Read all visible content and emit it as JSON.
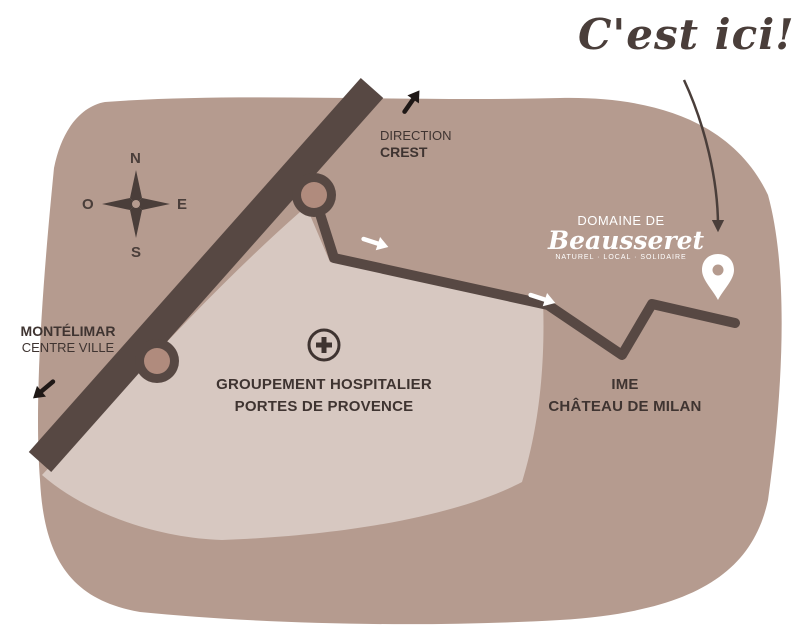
{
  "callout": {
    "text": "C'est ici!"
  },
  "compass": {
    "north": "N",
    "south": "S",
    "east": "E",
    "west": "O"
  },
  "labels": {
    "direction_crest": {
      "line1": "DIRECTION",
      "line2": "CREST"
    },
    "montelimar": {
      "line1": "MONTÉLIMAR",
      "line2": "CENTRE VILLE"
    },
    "hospital": {
      "line1": "GROUPEMENT HOSPITALIER",
      "line2": "PORTES DE PROVENCE"
    },
    "ime": {
      "line1": "IME",
      "line2": "CHÂTEAU DE MILAN"
    }
  },
  "logo": {
    "line1": "DOMAINE DE",
    "line2": "Beausseret",
    "tagline": "NATUREL · LOCAL · SOLIDAIRE"
  },
  "icons": [
    "compass-rose-icon",
    "hospital-cross-icon",
    "location-pin-icon",
    "direction-arrow-icon",
    "curved-pointer-arrow-icon"
  ],
  "colors": {
    "land": "#b59b8f",
    "hospital_zone": "#d7c8c1",
    "road": "#574843",
    "roundabout": "#b08b7d",
    "text": "#3f3431",
    "arrow_white": "#ffffff",
    "arrow_dark": "#1f1816"
  }
}
